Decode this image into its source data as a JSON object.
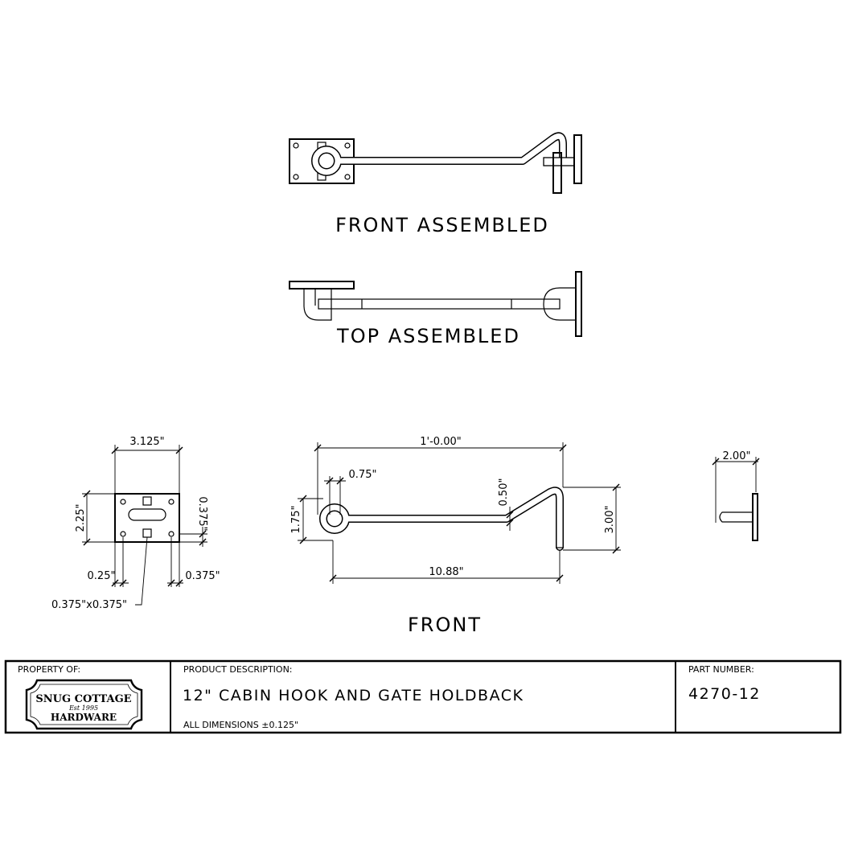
{
  "views": {
    "front_assembled": "FRONT ASSEMBLED",
    "top_assembled": "TOP ASSEMBLED",
    "front": "FRONT"
  },
  "dimensions": {
    "plate_width": "3.125\"",
    "plate_height": "2.25\"",
    "plate_hole_offset": "0.375\"",
    "plate_edge_left": "0.25\"",
    "plate_edge_right": "0.375\"",
    "plate_square": "0.375\"x0.375\"",
    "hook_length": "1'-0.00\"",
    "eye_width": "0.75\"",
    "eye_height": "1.75\"",
    "wire_dia": "0.50\"",
    "hook_drop": "3.00\"",
    "hook_reach": "10.88\"",
    "staple_depth": "2.00\""
  },
  "title_block": {
    "property_label": "PROPERTY OF:",
    "logo_line1": "SNUG COTTAGE",
    "logo_est": "Est 1995",
    "logo_line2": "HARDWARE",
    "product_label": "PRODUCT DESCRIPTION:",
    "product_name": "12\" CABIN HOOK AND GATE HOLDBACK",
    "tolerance": "ALL DIMENSIONS ±0.125\"",
    "part_label": "PART NUMBER:",
    "part_number": "4270-12"
  }
}
